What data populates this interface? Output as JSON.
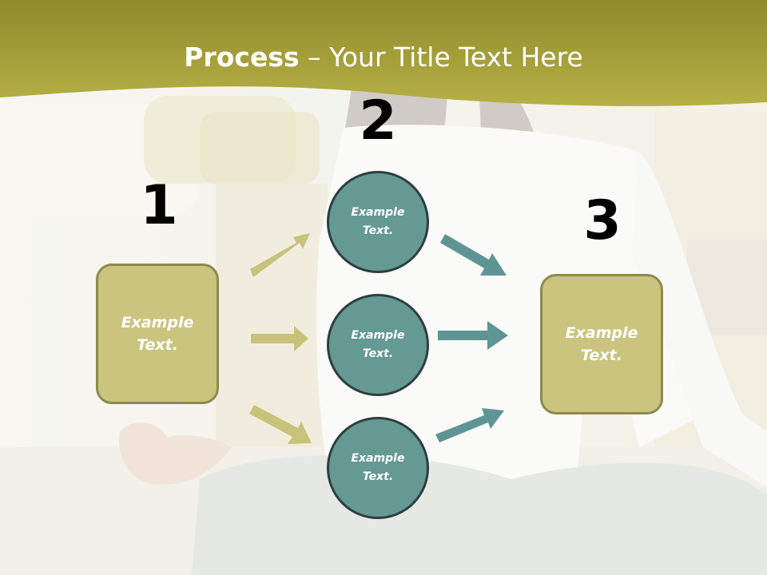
{
  "title": {
    "bold": "Process",
    "rest": " – Your Title Text Here"
  },
  "steps": [
    {
      "number": "1",
      "text": "Example Text."
    },
    {
      "number": "2",
      "text": "Example Text."
    },
    {
      "number": "3",
      "text": "Example Text."
    }
  ],
  "circles": [
    {
      "text": "Example Text."
    },
    {
      "text": "Example Text."
    },
    {
      "text": "Example Text."
    }
  ],
  "colors": {
    "header_band": "#a8a23a",
    "box_fill": "#cbc47e",
    "box_border": "#8c8a4e",
    "circle_fill": "#659993",
    "circle_border": "#2e3e40",
    "arrow_olive": "#c8c27a",
    "arrow_teal": "#5e9593"
  }
}
